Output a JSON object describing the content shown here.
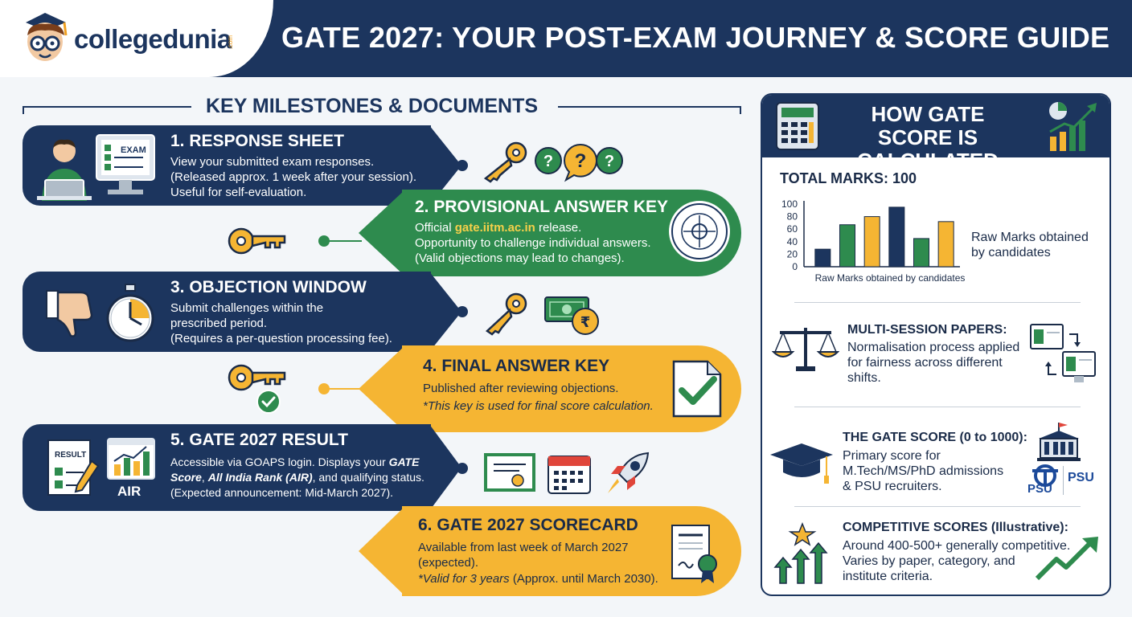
{
  "header": {
    "logo_text": "collegedunia",
    "logo_suffix": ".com",
    "title": "GATE 2027: YOUR POST-EXAM JOURNEY & SCORE GUIDE"
  },
  "milestones_heading": "KEY MILESTONES & DOCUMENTS",
  "milestones": [
    {
      "title": "1. RESPONSE SHEET",
      "lines": [
        "View your submitted exam responses.",
        "(Released approx. 1 week after your session).",
        "Useful for self-evaluation."
      ],
      "exam_label": "EXAM"
    },
    {
      "title": "2. PROVISIONAL ANSWER KEY",
      "line1_prefix": "Official ",
      "line1_link": "gate.iitm.ac.in",
      "line1_suffix": " release.",
      "lines": [
        "Opportunity to challenge individual answers.",
        "(Valid objections may lead to changes)."
      ]
    },
    {
      "title": "3. OBJECTION WINDOW",
      "lines": [
        "Submit challenges within the",
        "prescribed period.",
        "(Requires a per-question processing fee)."
      ]
    },
    {
      "title": "4. FINAL ANSWER KEY",
      "lines": [
        "Published after reviewing objections.",
        "*This key is used for final score calculation."
      ]
    },
    {
      "title": "5. GATE 2027 RESULT",
      "line1_a": "Accessible via GOAPS login. Displays your ",
      "line1_b": "GATE",
      "line2_a": "Score",
      "line2_b": ", ",
      "line2_c": "All India Rank (AIR)",
      "line2_d": ", and qualifying status.",
      "line3": "(Expected announcement: Mid-March 2027).",
      "result_label": "RESULT",
      "air_label": "AIR"
    },
    {
      "title": "6. GATE 2027 SCORECARD",
      "lines": [
        "Available from last week of March 2027",
        "(expected)."
      ],
      "line3_a": "*Valid for 3 years",
      "line3_b": " (Approx. until March 2030)."
    }
  ],
  "score_panel": {
    "title": "HOW GATE SCORE IS CALCULATED",
    "total_marks": "TOTAL MARKS: 100",
    "chart_side_label": "Raw Marks obtained by candidates",
    "sections": [
      {
        "title": "MULTI-SESSION PAPERS:",
        "lines": [
          "Normalisation process applied",
          "for fairness across different",
          "shifts."
        ]
      },
      {
        "title": "THE GATE SCORE (0 to 1000):",
        "lines": [
          "Primary score for",
          "M.Tech/MS/PhD admissions",
          "& PSU recruiters."
        ],
        "psu_label": "PSU"
      },
      {
        "title": "COMPETITIVE SCORES (Illustrative):",
        "lines": [
          "Around 400-500+ generally competitive.",
          "Varies by paper, category, and",
          "institute criteria."
        ]
      }
    ]
  },
  "chart_data": {
    "type": "bar",
    "xlabel": "Raw Marks obtained by candidates",
    "ylim": [
      0,
      100
    ],
    "yticks": [
      0,
      20,
      40,
      60,
      80,
      100
    ],
    "values": [
      28,
      67,
      80,
      95,
      45,
      72
    ],
    "colors": [
      "#1c355e",
      "#2e8b4e",
      "#f5b533",
      "#1c355e",
      "#2e8b4e",
      "#f5b533"
    ]
  },
  "colors": {
    "navy": "#1c355e",
    "green": "#2e8b4e",
    "amber": "#f5b533"
  }
}
